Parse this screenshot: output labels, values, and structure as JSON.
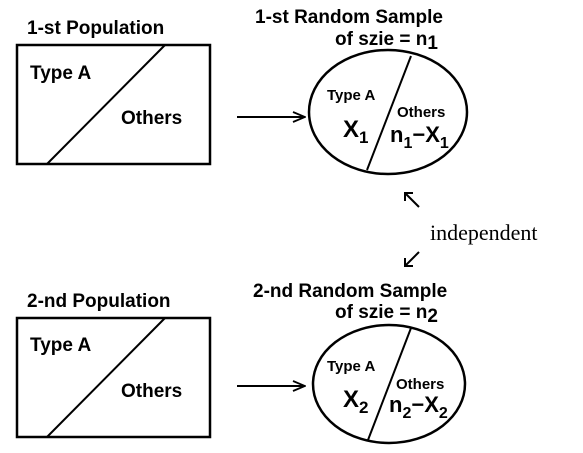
{
  "groups": [
    {
      "population_title": "1-st  Population",
      "population_type_label": "Type  A",
      "population_others_label": "Others",
      "sample_title_line1": "1-st  Random Sample",
      "sample_title_line2": "of szie = n",
      "sample_size_subscript": "1",
      "sample_type_label": "Type A",
      "sample_type_count": "X",
      "sample_type_count_subscript": "1",
      "sample_others_label": "Others",
      "sample_others_count_n": "n",
      "sample_others_count_n_subscript": "1",
      "sample_others_count_minus": "−X",
      "sample_others_count_x_subscript": "1"
    },
    {
      "population_title": "2-nd Population",
      "population_type_label": "Type  A",
      "population_others_label": "Others",
      "sample_title_line1": "2-nd Random Sample",
      "sample_title_line2": "of szie = n",
      "sample_size_subscript": "2",
      "sample_type_label": "Type A",
      "sample_type_count": "X",
      "sample_type_count_subscript": "2",
      "sample_others_label": "Others",
      "sample_others_count_n": "n",
      "sample_others_count_n_subscript": "2",
      "sample_others_count_minus": "−X",
      "sample_others_count_x_subscript": "2"
    }
  ],
  "independence_label": "independent"
}
